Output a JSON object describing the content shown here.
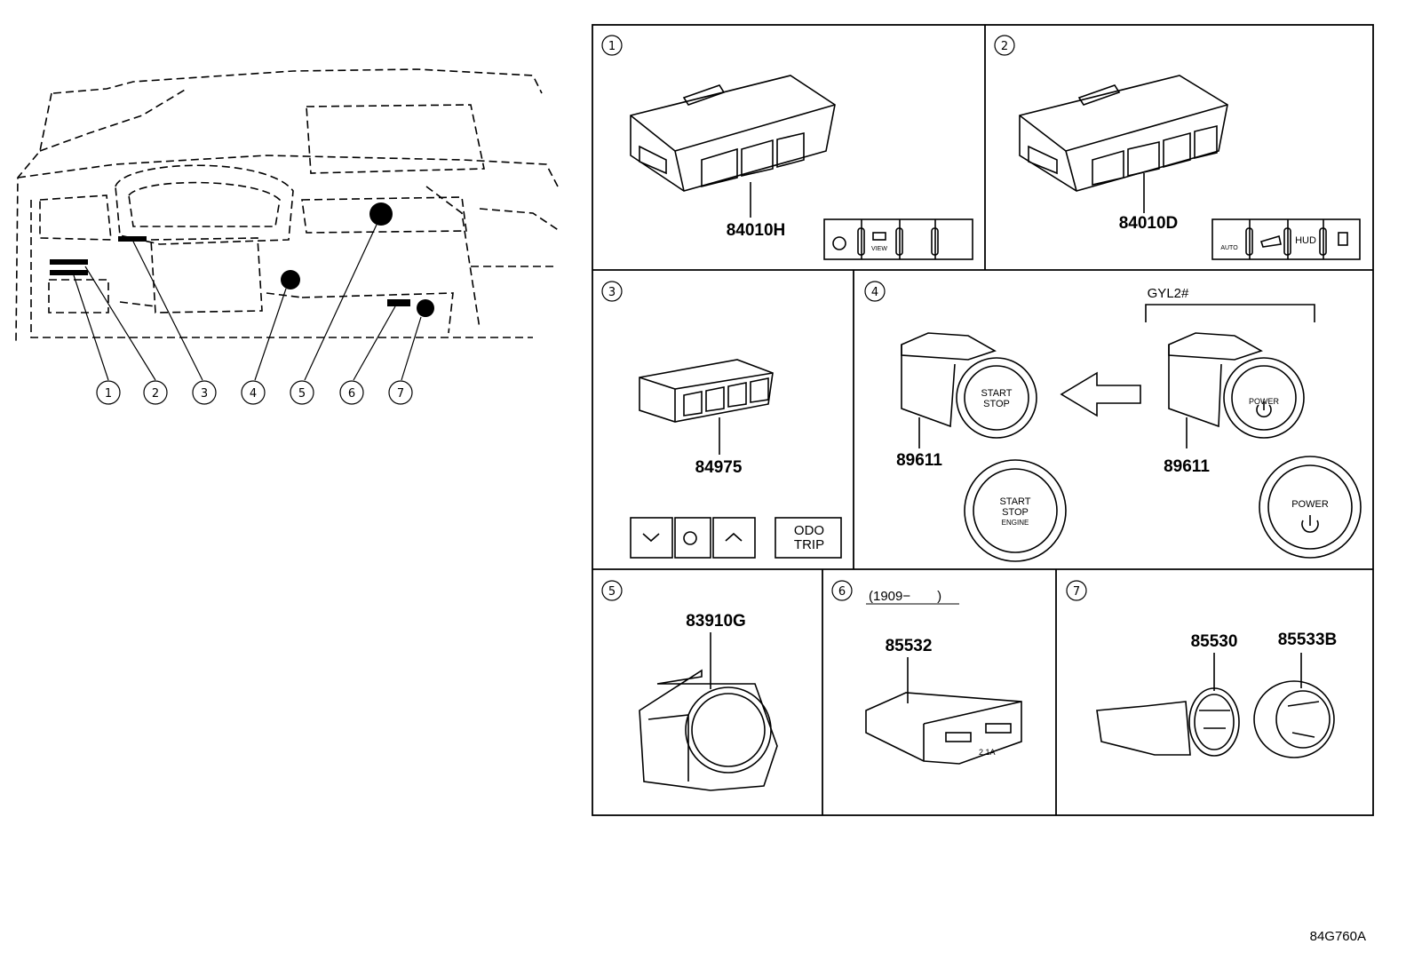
{
  "callouts": [
    "1",
    "2",
    "3",
    "4",
    "5",
    "6",
    "7"
  ],
  "panels": [
    {
      "num": "1",
      "parts": [
        "84010H"
      ]
    },
    {
      "num": "2",
      "parts": [
        "84010D"
      ]
    },
    {
      "num": "3",
      "parts": [
        "84975"
      ],
      "buttons": {
        "odo": "ODO",
        "trip": "TRIP"
      }
    },
    {
      "num": "4",
      "parts": [
        "89611",
        "89611"
      ],
      "variant": "GYL2#",
      "start": {
        "l1": "START",
        "l2": "STOP",
        "l3": "ENGINE"
      },
      "power": "POWER"
    },
    {
      "num": "5",
      "parts": [
        "83910G"
      ]
    },
    {
      "num": "6",
      "parts": [
        "85532"
      ],
      "date": "(1909−　　)",
      "usb": "2.1A"
    },
    {
      "num": "7",
      "parts": [
        "85530",
        "85533B"
      ]
    }
  ],
  "panel2_labels": {
    "auto": "AUTO",
    "hud": "HUD"
  },
  "panel1_labels": {
    "view": "VIEW"
  },
  "figure_code": "84G760A"
}
